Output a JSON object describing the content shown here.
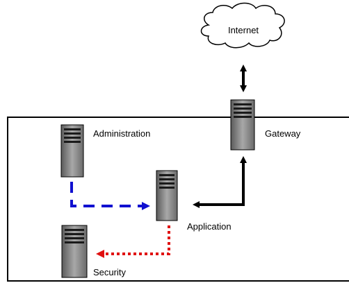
{
  "diagram": {
    "nodes": {
      "internet": {
        "label": "Internet",
        "icon": "cloud-icon"
      },
      "gateway": {
        "label": "Gateway",
        "icon": "server-icon"
      },
      "administration": {
        "label": "Administration",
        "icon": "server-icon"
      },
      "application": {
        "label": "Application",
        "icon": "server-icon"
      },
      "security": {
        "label": "Security",
        "icon": "server-icon"
      }
    },
    "connections": [
      {
        "from": "internet",
        "to": "gateway",
        "style": "solid",
        "direction": "bidirectional",
        "color": "#000000"
      },
      {
        "from": "gateway",
        "to": "application",
        "style": "solid",
        "direction": "bidirectional",
        "color": "#000000"
      },
      {
        "from": "administration",
        "to": "application",
        "style": "dashed",
        "direction": "forward",
        "color": "#1010d0"
      },
      {
        "from": "application",
        "to": "security",
        "style": "dotted",
        "direction": "forward",
        "color": "#e01010"
      }
    ]
  }
}
